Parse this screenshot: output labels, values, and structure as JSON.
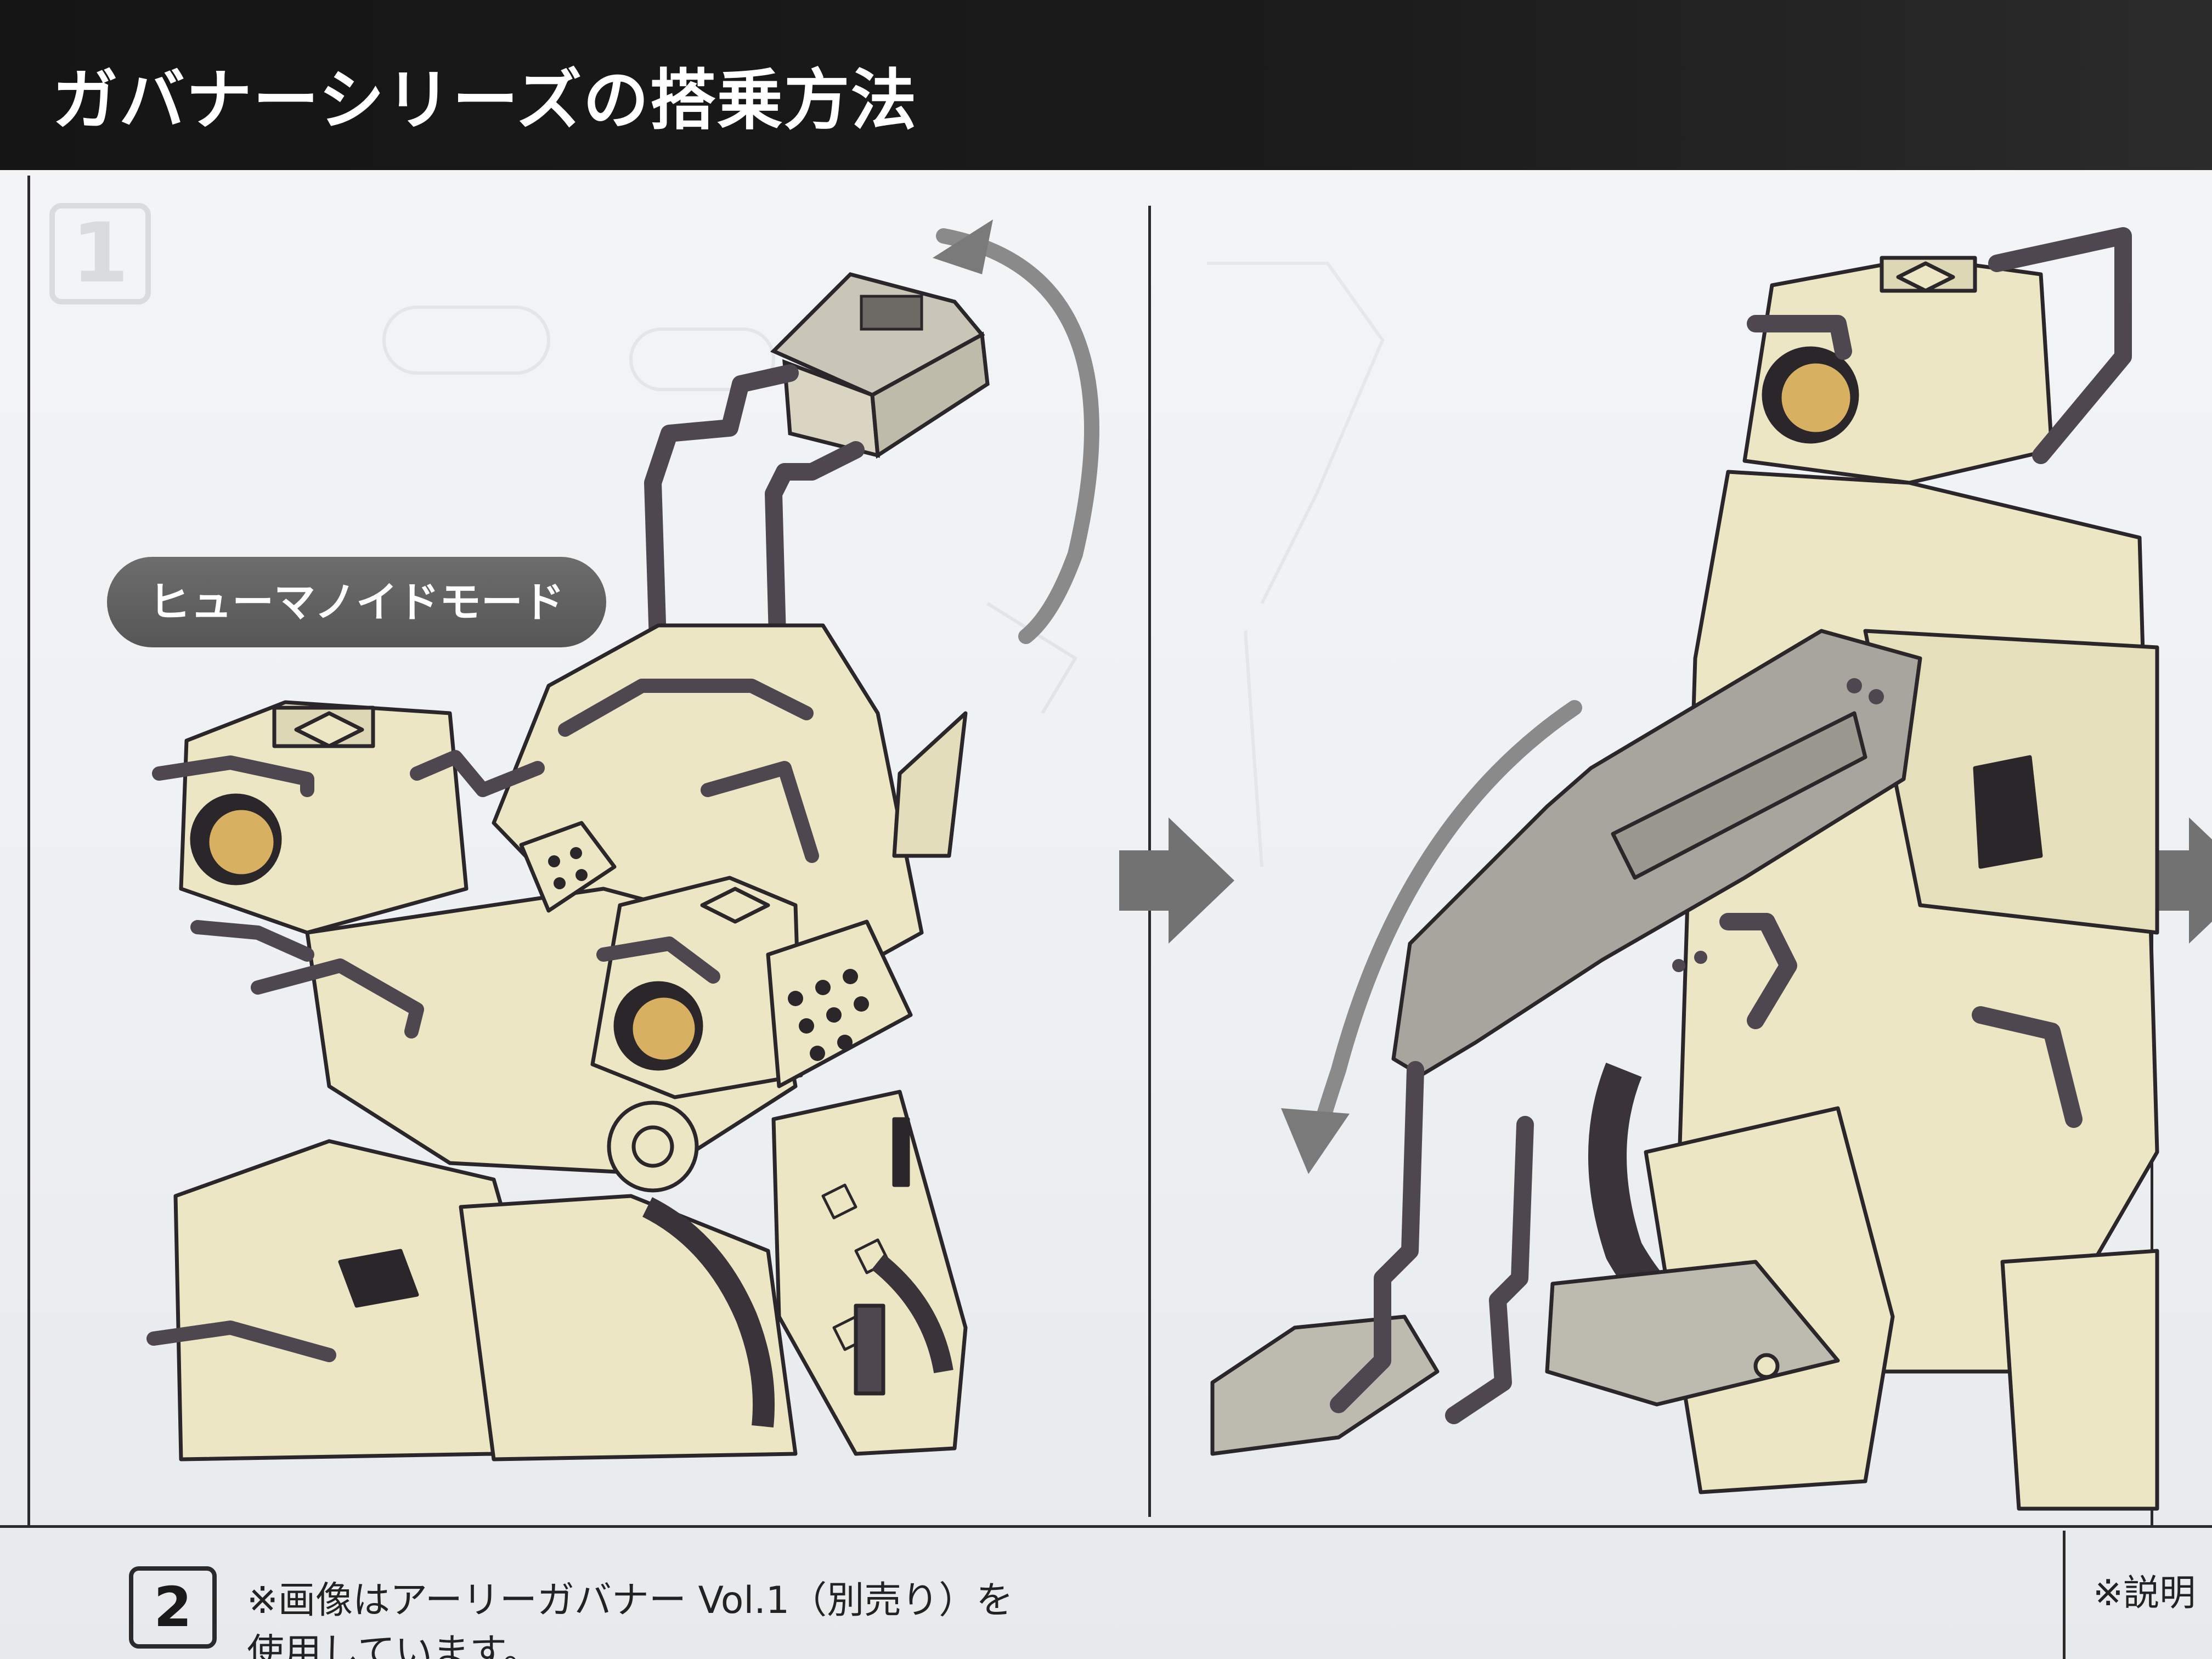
{
  "header": {
    "title": "ガバナーシリーズの搭乗方法"
  },
  "step1": {
    "number": "1",
    "mode_label": "ヒューマノイドモード"
  },
  "step2": {
    "number": "2",
    "note_line1": "※画像はアーリーガバナー Vol.1（別売り）を",
    "note_line2": "使用しています。"
  },
  "side_note": "※説明",
  "colors": {
    "header_bg": "#1b1b1b",
    "armor": "#ece6c4",
    "frame": "#524a52",
    "lens": "#d8b062",
    "arrow": "#7a7a7a"
  }
}
